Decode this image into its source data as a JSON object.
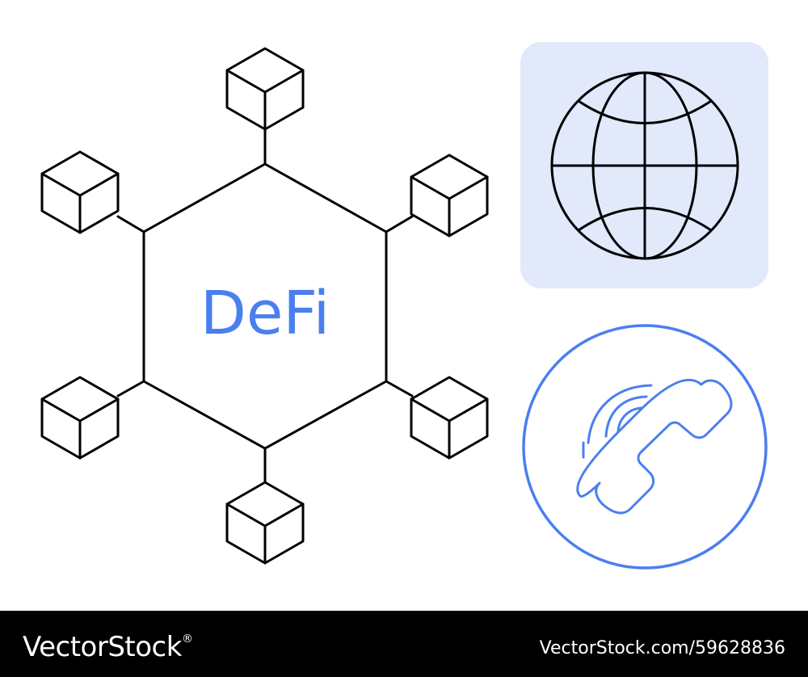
{
  "center_label": "DeFi",
  "footer": {
    "brand": "VectorStock",
    "registered_mark": "®",
    "image_ref": "VectorStock.com/59628836"
  },
  "icons": [
    "hexagon-network-icon",
    "block-cube-icon",
    "globe-icon",
    "phone-call-icon"
  ],
  "colors": {
    "accent_blue": "#4a7ff0",
    "panel_blue": "#e1e9fb",
    "line_black": "#000000",
    "footer_bg": "#000000"
  }
}
